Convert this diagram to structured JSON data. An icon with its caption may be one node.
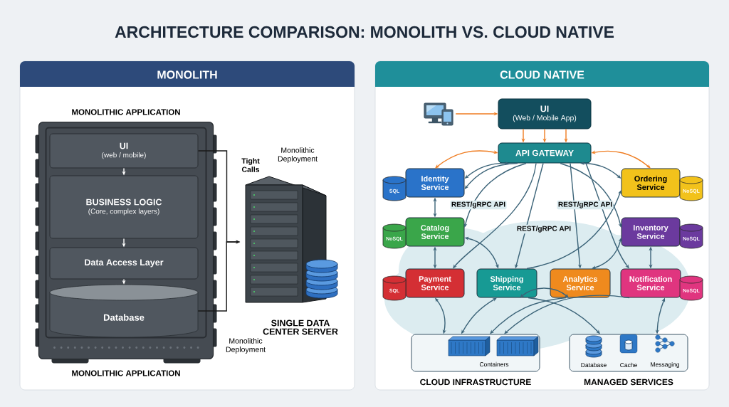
{
  "diagram": {
    "title": "ARCHITECTURE COMPARISON: MONOLITH VS. CLOUD NATIVE",
    "nodes": [
      {
        "text": [
          "MONOLITH"
        ]
      },
      {
        "text": [
          "MONOLITHIC APPLICATION",
          "MONOLITHIC APPLICATION"
        ],
        "in": 0
      },
      {
        "text": [
          "UI",
          "(web / mobile)"
        ],
        "in": 1
      },
      {
        "text": [
          "BUSINESS LOGIC",
          "(Core, complex layers)"
        ],
        "in": 1
      },
      {
        "text": [
          "Data Access Layer"
        ],
        "in": 1
      },
      {
        "text": [
          "Database"
        ],
        "in": 1
      },
      {
        "text": [
          "SINGLE DATA CENTER SERVER"
        ],
        "beside": [
          "Monolithic Deployment"
        ],
        "in": 0
      },
      {
        "text": [
          "CLOUD NATIVE"
        ]
      },
      {
        "text": [],
        "shape": "picture",
        "in": 7
      },
      {
        "text": [
          "UI",
          "(Web / Mobile App)"
        ],
        "in": 7
      },
      {
        "text": [
          "API GATEWAY"
        ],
        "in": 7
      },
      {
        "text": [
          "Identity Service"
        ],
        "in": 7
      },
      {
        "text": [
          "SQL"
        ],
        "in": 7
      },
      {
        "text": [
          "Ordering Service"
        ],
        "in": 7
      },
      {
        "text": [
          "NoSQL"
        ],
        "in": 7
      },
      {
        "text": [
          "Catalog Service"
        ],
        "in": 7
      },
      {
        "text": [
          "NoSQL"
        ],
        "in": 7
      },
      {
        "text": [
          "Inventory Service"
        ],
        "in": 7
      },
      {
        "text": [
          "NoSQL"
        ],
        "in": 7
      },
      {
        "text": [
          "Payment Service"
        ],
        "in": 7
      },
      {
        "text": [
          "SQL"
        ],
        "in": 7
      },
      {
        "text": [
          "Shipping Service"
        ],
        "in": 7
      },
      {
        "text": [
          "Analytics Service"
        ],
        "in": 7
      },
      {
        "text": [
          "Notification Service"
        ],
        "in": 7
      },
      {
        "text": [
          "NoSQL"
        ],
        "in": 7
      },
      {
        "text": [
          "Containers",
          "CLOUD INFRASTRUCTURE"
        ],
        "in": 7
      },
      {
        "text": [
          "MANAGED SERVICES"
        ],
        "in": 7
      },
      {
        "text": [
          "Database"
        ],
        "in": 26
      },
      {
        "text": [
          "Cache"
        ],
        "in": 26
      },
      {
        "text": [
          "Messaging"
        ],
        "in": 26
      }
    ],
    "edges": [
      {
        "from": 2,
        "to": 3,
        "arrow": "to",
        "color": "#ffffff"
      },
      {
        "from": 3,
        "to": 4,
        "arrow": "to",
        "color": "#ffffff"
      },
      {
        "from": 4,
        "to": 5,
        "arrow": "to",
        "color": "#ffffff"
      },
      {
        "from": 2,
        "to": 6,
        "arrow": "to",
        "label": "Tight Calls",
        "color": "#1a1a1a"
      },
      {
        "from": 5,
        "to": 6,
        "arrow": "to",
        "color": "#1a1a1a"
      },
      {
        "from": 8,
        "to": 9,
        "arrow": "to",
        "color": "#ef7d22"
      },
      {
        "from": 9,
        "to": 10,
        "arrow": "to",
        "color": "#ef7d22"
      },
      {
        "from": 9,
        "to": 10,
        "arrow": "to",
        "color": "#ef7d22"
      },
      {
        "from": 9,
        "to": 10,
        "arrow": "to",
        "color": "#ef7d22"
      },
      {
        "from": 10,
        "to": 11,
        "arrow": "both",
        "color": "#ef7d22"
      },
      {
        "from": 10,
        "to": 13,
        "arrow": "both",
        "color": "#ef7d22"
      },
      {
        "from": 11,
        "to": 10,
        "arrow": "both"
      },
      {
        "from": 10,
        "to": 11,
        "arrow": "to"
      },
      {
        "from": 10,
        "to": 13,
        "arrow": "both"
      },
      {
        "from": 11,
        "to": 15,
        "arrow": "both"
      },
      {
        "from": 15,
        "to": 19,
        "arrow": "both"
      },
      {
        "from": 17,
        "to": 23,
        "arrow": "both"
      },
      {
        "from": 10,
        "to": 15,
        "arrow": "to"
      },
      {
        "from": 15,
        "to": 21,
        "arrow": "both"
      },
      {
        "from": 10,
        "to": 19,
        "arrow": "to"
      },
      {
        "from": 10,
        "to": 21,
        "arrow": "to"
      },
      {
        "from": 10,
        "to": 17,
        "arrow": "to"
      },
      {
        "from": 10,
        "to": 22,
        "arrow": "to"
      },
      {
        "from": 10,
        "to": 23,
        "arrow": "to"
      },
      {
        "from": 22,
        "to": 17,
        "arrow": "both"
      },
      {
        "from": 21,
        "to": 13,
        "arrow": "to"
      },
      {
        "from": 19,
        "to": 25,
        "arrow": "both"
      },
      {
        "from": 21,
        "to": 25,
        "arrow": "both"
      },
      {
        "from": 21,
        "to": 22,
        "arrow": "both"
      },
      {
        "from": 22,
        "to": 25,
        "arrow": "to"
      },
      {
        "from": 23,
        "to": 25,
        "arrow": "to"
      },
      {
        "from": 21,
        "to": 26,
        "arrow": "to"
      },
      {
        "from": 23,
        "to": 26,
        "arrow": "both"
      }
    ],
    "labels": [
      "Monolithic Deployment",
      "REST/gRPC API",
      "REST/gRPC API",
      "REST/gRPC API"
    ]
  }
}
